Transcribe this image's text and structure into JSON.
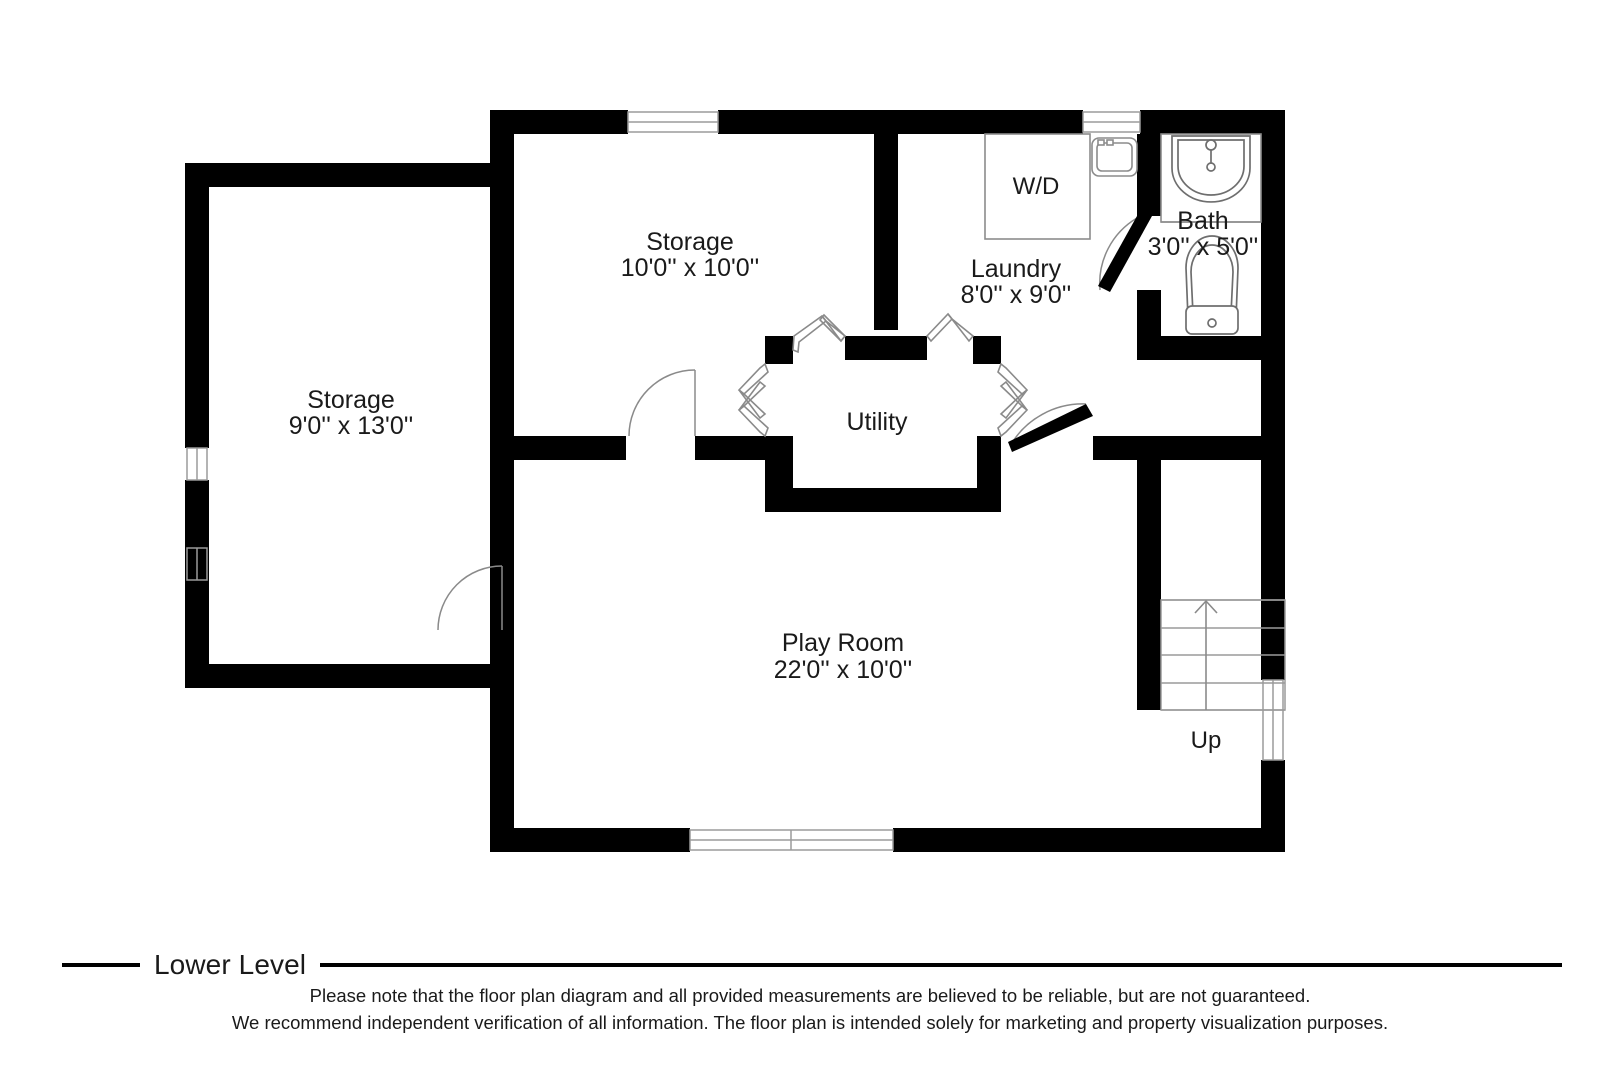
{
  "plan": {
    "level_title": "Lower Level",
    "rooms": [
      {
        "id": "storage-left",
        "name": "Storage",
        "dims": "9'0'' x 13'0''"
      },
      {
        "id": "storage-top",
        "name": "Storage",
        "dims": "10'0'' x 10'0''"
      },
      {
        "id": "laundry",
        "name": "Laundry",
        "dims": "8'0'' x 9'0''"
      },
      {
        "id": "bath",
        "name": "Bath",
        "dims": "3'0'' x 5'0''"
      },
      {
        "id": "utility",
        "name": "Utility",
        "dims": ""
      },
      {
        "id": "play-room",
        "name": "Play Room",
        "dims": "22'0'' x 10'0''"
      }
    ],
    "labels": {
      "washer_dryer": "W/D",
      "stairs_direction": "Up"
    },
    "colors": {
      "wall": "#000000",
      "fixture_stroke": "#8c8c8c",
      "text": "#1a1a1a",
      "background": "#ffffff"
    }
  },
  "footer": {
    "disclaimer_line_1": "Please note that the floor plan diagram and all provided measurements are believed to be reliable, but are not guaranteed.",
    "disclaimer_line_2": "We recommend independent verification of all information. The floor plan is intended solely for marketing and property visualization purposes."
  }
}
